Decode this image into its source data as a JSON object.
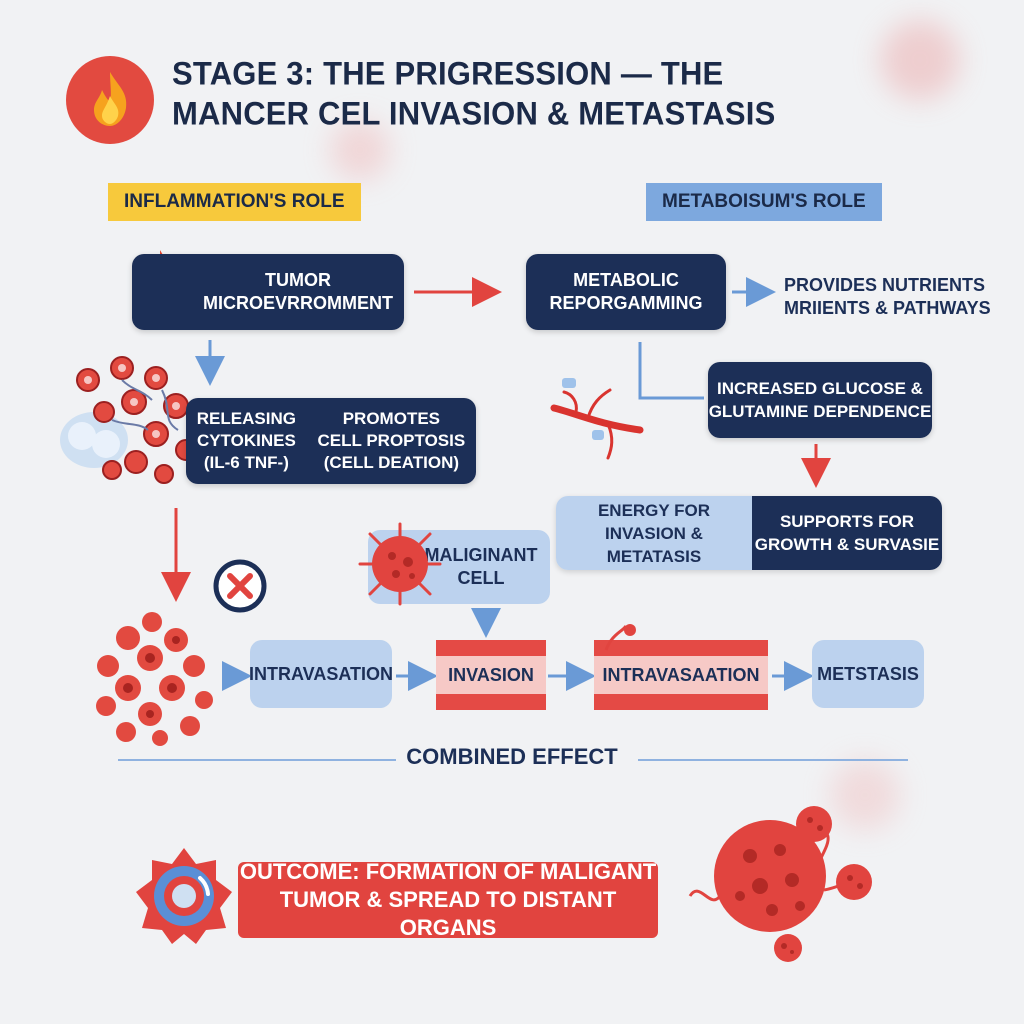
{
  "title": {
    "line1": "STAGE 3: THE PRIGRESSION — THE",
    "line2": "MANCER CEL INVASION & METASTASIS"
  },
  "tags": {
    "inflammation": "INFLAMMATION'S ROLE",
    "metabolism": "METABOISUM'S ROLE"
  },
  "boxes": {
    "tumor": [
      "TUMOR",
      "MICROEVRROMMENT"
    ],
    "metabolic": [
      "METABOLIC",
      "REPORGAMMING"
    ],
    "provides": [
      "PROVIDES NUTRIENTS",
      "MRIIENTS & PATHWAYS"
    ],
    "cytokines": [
      "RELEASING",
      "CYTOKINES",
      "(IL-6 TNF-)"
    ],
    "promotes": [
      "PROMOTES",
      "CELL PROPTOSIS",
      "(CELL DEATION)"
    ],
    "glucose": [
      "INCREASED GLUCOSE &",
      "GLUTAMINE DEPENDENCE"
    ],
    "energy": [
      "ENERGY FOR",
      "INVASION & METATASIS"
    ],
    "supports": [
      "SUPPORTS FOR",
      "GROWTH & SURVASIE"
    ],
    "malignant": [
      "MALIGINANT",
      "CELL"
    ]
  },
  "flow": {
    "step1": "INTRAVASATION",
    "step2": "INVASION",
    "step3": "INTRAVASAATION",
    "step4": "METSTASIS"
  },
  "combined": "COMBINED EFFECT",
  "outcome": [
    "OUTCOME: FORMATION OF MALIGANT",
    "TUMOR & SPREAD TO DISTANT ORGANS"
  ],
  "colors": {
    "navy": "#1c2f57",
    "red": "#e1443f",
    "light_blue": "#bcd2ee",
    "yellow": "#f7c93c",
    "arrow_blue": "#6a9ad6"
  }
}
